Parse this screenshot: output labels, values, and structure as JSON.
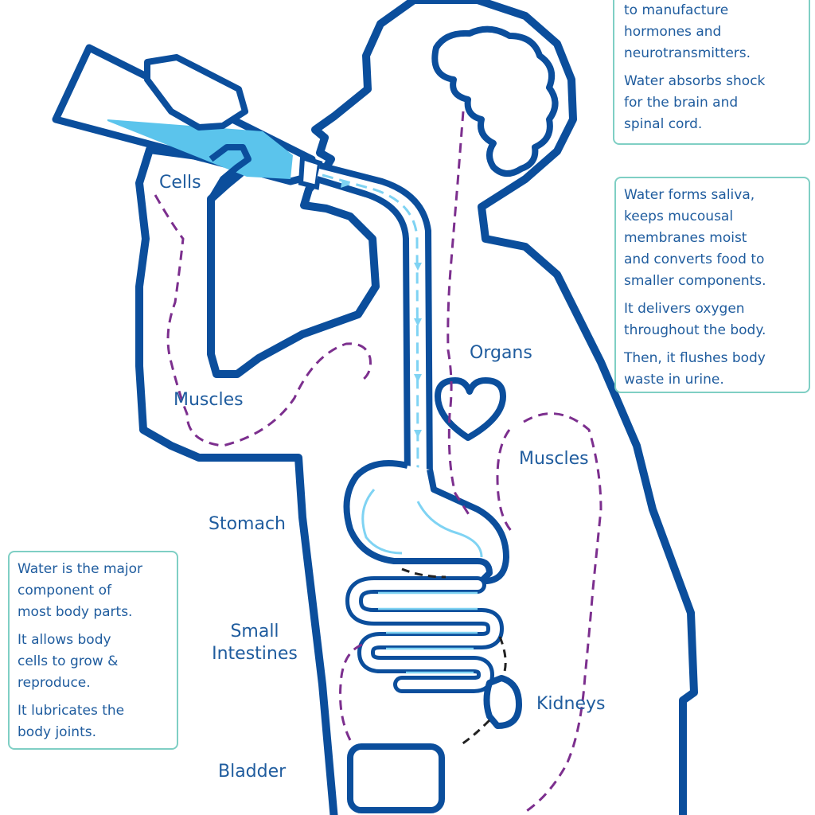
{
  "colors": {
    "outline": "#0b4e9c",
    "water": "#5bc4ec",
    "water_flow": "#7fd3f3",
    "dashes_purple": "#7c2f8e",
    "dashes_black": "#222222",
    "box_border": "#7fcfc4",
    "text": "#1f5c9e"
  },
  "labels": {
    "cells": "Cells",
    "organs": "Organs",
    "muscles_arm": "Muscles",
    "muscles_torso": "Muscles",
    "stomach": "Stomach",
    "small_intestines_line1": "Small",
    "small_intestines_line2": "Intestines",
    "kidneys": "Kidneys",
    "bladder": "Bladder"
  },
  "boxes": {
    "brain": [
      "to manufacture",
      "hormones and",
      "neurotransmitters.",
      "Water absorbs shock",
      "for the brain and",
      "spinal cord."
    ],
    "saliva": [
      "Water forms saliva,",
      "keeps mucousal",
      "membranes moist",
      "and converts food to",
      "smaller components.",
      "It  delivers oxygen",
      "throughout the body.",
      "Then, it flushes body",
      "waste in urine."
    ],
    "body": [
      "Water is the major",
      "component of",
      "most body parts.",
      "It allows body",
      "cells to grow &",
      "reproduce.",
      "It lubricates the",
      "body joints."
    ]
  },
  "icons": [
    "water-bottle-icon",
    "hand-icon",
    "brain-icon",
    "heart-icon",
    "stomach-icon",
    "intestines-icon",
    "kidney-icon",
    "bladder-icon"
  ]
}
